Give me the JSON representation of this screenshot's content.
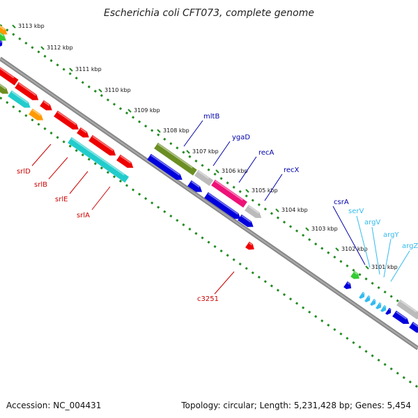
{
  "title": "Escherichia coli CFT073, complete genome",
  "footer": {
    "accession": "Accession: NC_004431",
    "topology": "Topology: circular; Length: 5,231,428 bp; Genes: 5,454"
  },
  "ticks": [
    {
      "label": "3113 kbp"
    },
    {
      "label": "3112 kbp"
    },
    {
      "label": "3111 kbp"
    },
    {
      "label": "3110 kbp"
    },
    {
      "label": "3109 kbp"
    },
    {
      "label": "3108 kbp"
    },
    {
      "label": "3107 kbp"
    },
    {
      "label": "3106 kbp"
    },
    {
      "label": "3105 kbp"
    },
    {
      "label": "3104 kbp"
    },
    {
      "label": "3103 kbp"
    },
    {
      "label": "3102 kbp"
    },
    {
      "label": "3101 kbp"
    }
  ],
  "gene_labels": [
    {
      "text": "srlD",
      "color": "#cc0000"
    },
    {
      "text": "srlB",
      "color": "#cc0000"
    },
    {
      "text": "srlE",
      "color": "#cc0000"
    },
    {
      "text": "srlA",
      "color": "#cc0000"
    },
    {
      "text": "c3251",
      "color": "#cc0000"
    },
    {
      "text": "mltB",
      "color": "#0000aa"
    },
    {
      "text": "ygaD",
      "color": "#0000aa"
    },
    {
      "text": "recA",
      "color": "#0000aa"
    },
    {
      "text": "recX",
      "color": "#0000aa"
    },
    {
      "text": "csrA",
      "color": "#0000aa"
    },
    {
      "text": "serV",
      "color": "#33bbee"
    },
    {
      "text": "argV",
      "color": "#33bbee"
    },
    {
      "text": "argY",
      "color": "#33bbee"
    },
    {
      "text": "argZ",
      "color": "#33bbee"
    }
  ],
  "colors": {
    "red": "#ee0000",
    "cyan": "#22cccc",
    "orange": "#ff9900",
    "olive": "#6b8e23",
    "blue": "#0000dd",
    "gray": "#bbbbbb",
    "magenta": "#ee1177",
    "green": "#33cc33",
    "light-blue": "#33bbee",
    "backbone": "#888888",
    "tick-green": "#228b22"
  }
}
